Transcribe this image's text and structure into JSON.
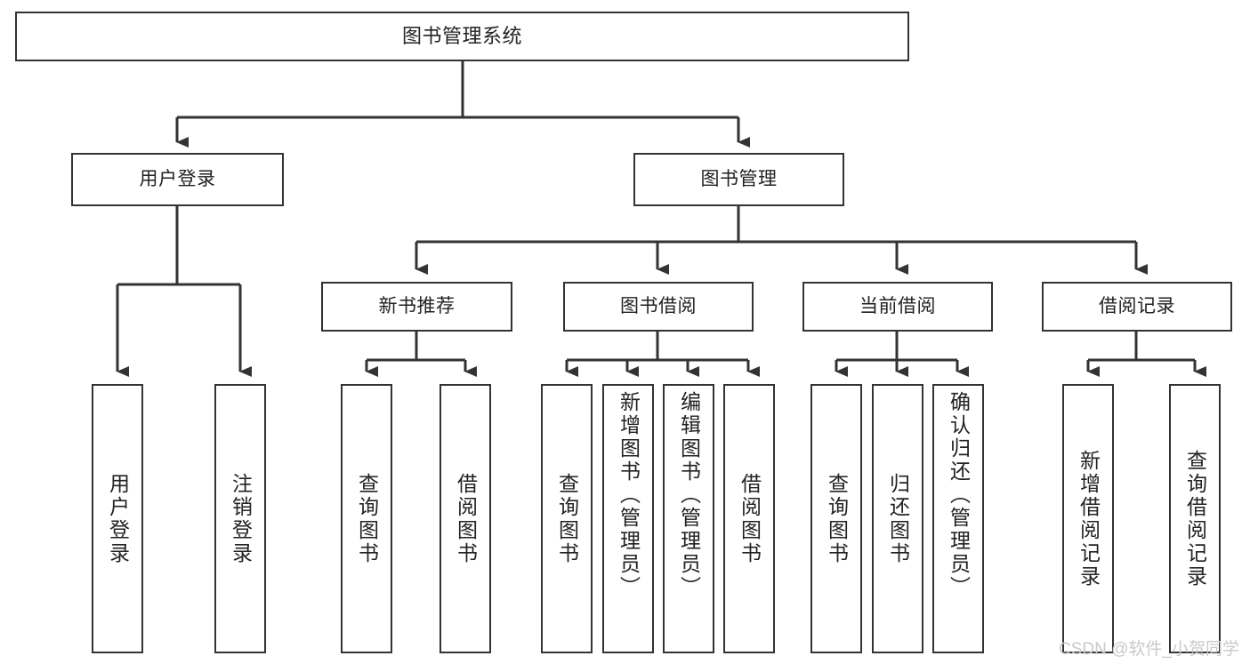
{
  "diagram": {
    "title": "图书管理系统",
    "type": "tree-hierarchy-chart",
    "colors": {
      "background": "#ffffff",
      "border": "#333333",
      "text": "#222222",
      "watermark": "#c9c9c9"
    },
    "levels": {
      "level1": [
        {
          "id": "root",
          "label": "图书管理系统"
        }
      ],
      "level2": [
        {
          "id": "user-login",
          "label": "用户登录"
        },
        {
          "id": "book-management",
          "label": "图书管理"
        }
      ],
      "level3": [
        {
          "id": "new-book-recommend",
          "label": "新书推荐"
        },
        {
          "id": "book-borrow",
          "label": "图书借阅"
        },
        {
          "id": "current-borrow",
          "label": "当前借阅"
        },
        {
          "id": "borrow-record",
          "label": "借阅记录"
        }
      ],
      "level4": [
        {
          "id": "leaf-user-login",
          "label": "用户登录",
          "parent": "user-login"
        },
        {
          "id": "leaf-logout-login",
          "label": "注销登录",
          "parent": "user-login"
        },
        {
          "id": "leaf-query-book-1",
          "label": "查询图书",
          "parent": "new-book-recommend"
        },
        {
          "id": "leaf-borrow-book-1",
          "label": "借阅图书",
          "parent": "new-book-recommend"
        },
        {
          "id": "leaf-query-book-2",
          "label": "查询图书",
          "parent": "book-borrow"
        },
        {
          "id": "leaf-add-book",
          "label": "新增图书（管理员）",
          "parent": "book-borrow"
        },
        {
          "id": "leaf-edit-book",
          "label": "编辑图书（管理员）",
          "parent": "book-borrow"
        },
        {
          "id": "leaf-borrow-book-2",
          "label": "借阅图书",
          "parent": "book-borrow"
        },
        {
          "id": "leaf-query-book-3",
          "label": "查询图书",
          "parent": "current-borrow"
        },
        {
          "id": "leaf-return-book",
          "label": "归还图书",
          "parent": "current-borrow"
        },
        {
          "id": "leaf-confirm-return",
          "label": "确认归还（管理员）",
          "parent": "current-borrow"
        },
        {
          "id": "leaf-add-borrow-record",
          "label": "新增借阅记录",
          "parent": "borrow-record"
        },
        {
          "id": "leaf-query-borrow-record",
          "label": "查询借阅记录",
          "parent": "borrow-record"
        }
      ]
    },
    "watermark": "CSDN @软件_小贺同学"
  }
}
